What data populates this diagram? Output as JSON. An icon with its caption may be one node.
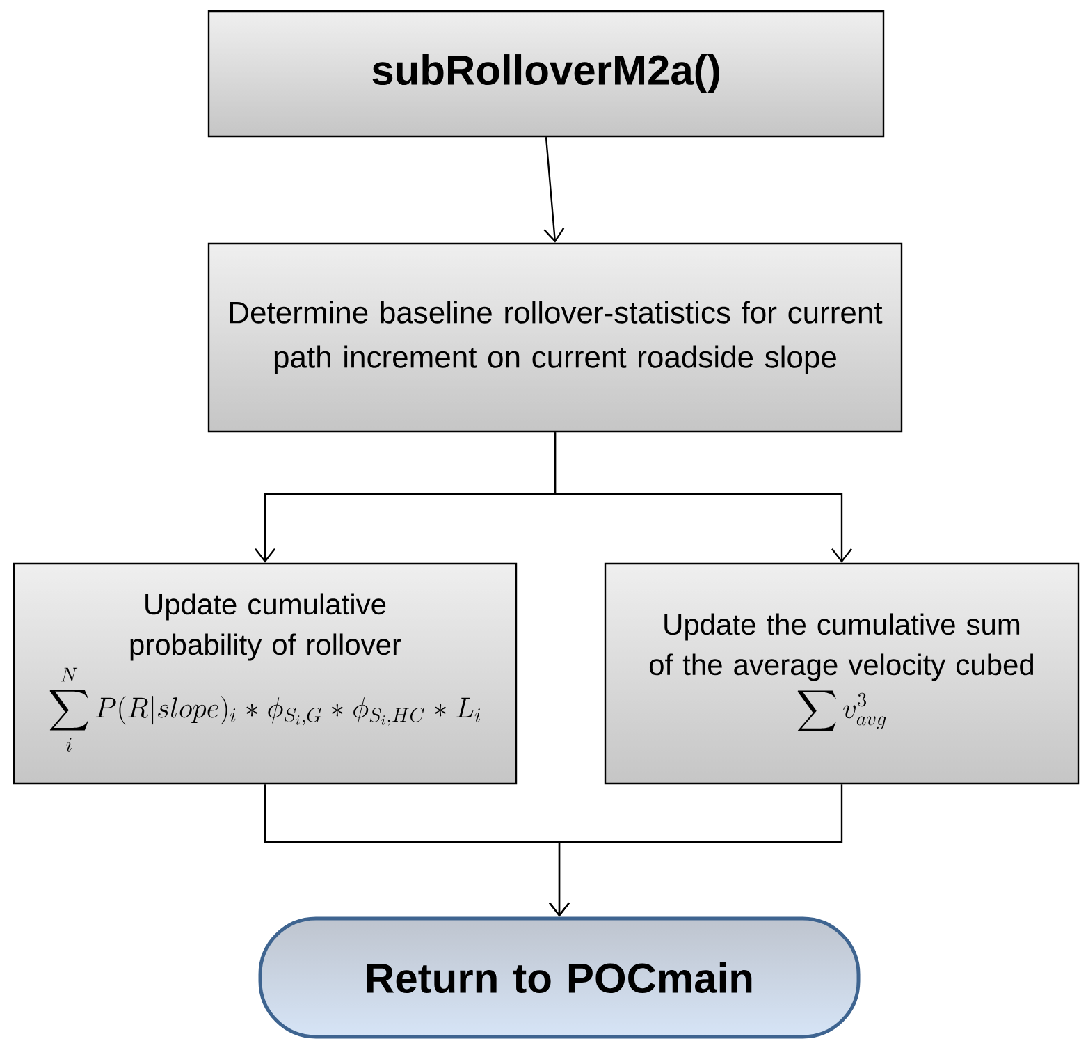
{
  "diagram": {
    "nodes": [
      {
        "text": [
          "subRolloverM2a()"
        ]
      },
      {
        "text": [
          "Determine  baseline rollover-statistics for current path increment on current roadside slope"
        ]
      },
      {
        "text": [
          "Update  cumulative probability of rollover",
          "\\sum_{i}^{N} P(R|slope)_{i} * \\phi_{S_{i},G} * \\phi_{S_{i},HC} * L_{i}"
        ]
      },
      {
        "text": [
          "Update the cumulative sum of the average velocity cubed",
          "\\sum v_{avg}^{3}"
        ]
      },
      {
        "text": [
          "Return to POCmain"
        ]
      }
    ],
    "edges": [
      {
        "from": 0,
        "to": 1,
        "arrow": "to"
      },
      {
        "from": 1,
        "to": 2,
        "arrow": "to"
      },
      {
        "from": 1,
        "to": 3,
        "arrow": "to"
      },
      {
        "from": 2,
        "to": 4,
        "arrow": "to"
      },
      {
        "from": 3,
        "to": 4,
        "arrow": "to"
      }
    ]
  }
}
